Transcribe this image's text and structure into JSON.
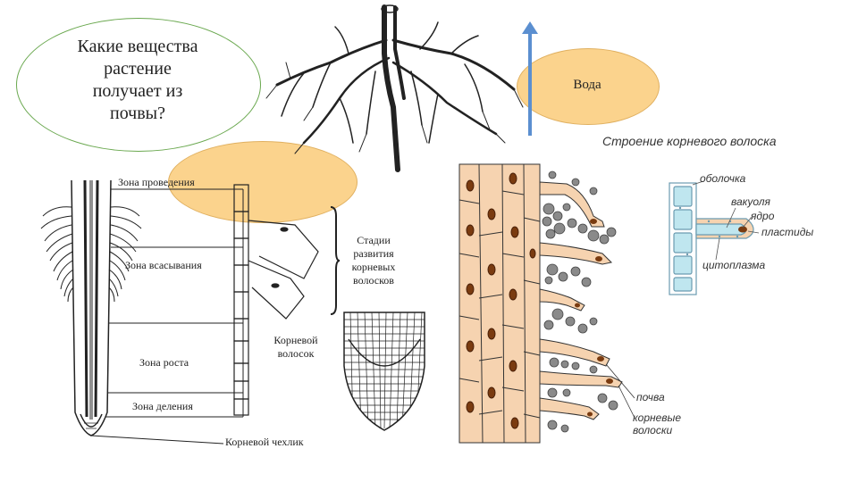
{
  "question": {
    "lines": [
      "Какие вещества",
      "растение",
      "получает из",
      "почвы?"
    ]
  },
  "answer_bubble": {
    "label": "Вода"
  },
  "root_zones": {
    "zone_conduction": "Зона проведения",
    "zone_absorption": "Зона всасывания",
    "zone_growth": "Зона роста",
    "zone_division": "Зона деления",
    "root_cap": "Корневой чехлик",
    "stages": [
      "Стадии",
      "развития",
      "корневых",
      "волосков"
    ],
    "root_hair": [
      "Корневой",
      "волосок"
    ]
  },
  "hair_structure": {
    "title": "Строение корневого волоска",
    "shell": "оболочка",
    "vacuole": "вакуоля",
    "nucleus": "ядро",
    "plastids": "пластиды",
    "cytoplasm": "цитоплазма",
    "soil": "почва",
    "root_hairs": [
      "корневые",
      "волоски"
    ]
  },
  "colors": {
    "bubble_border": "#6aa84f",
    "orange_fill": "#fbd38d",
    "arrow_blue": "#5b8fd0",
    "cell_fill": "#f6d3b0",
    "nucleus_brown": "#7a3b10",
    "soil_gray": "#8a8a8a",
    "vacuole_blue": "#bfe6ef"
  }
}
